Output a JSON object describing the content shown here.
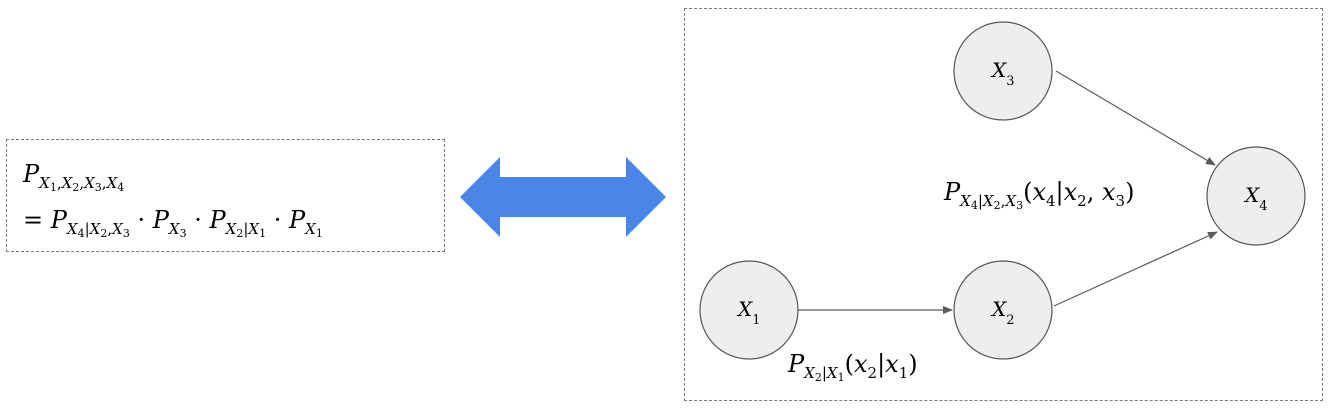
{
  "formula": {
    "lhs": {
      "symbol": "P",
      "subscript_parts": [
        "X",
        "1",
        ",",
        "X",
        "2",
        ",",
        "X",
        "3",
        ",",
        "X",
        "4"
      ]
    },
    "rhs_prefix": "=",
    "rhs_factors": [
      {
        "symbol": "P",
        "sub": "X4|X2,X3"
      },
      {
        "symbol": "P",
        "sub": "X3"
      },
      {
        "symbol": "P",
        "sub": "X2|X1"
      },
      {
        "symbol": "P",
        "sub": "X1"
      }
    ],
    "operator": "·"
  },
  "arrow": {
    "color": "#4a86e8",
    "kind": "bidirectional-arrow"
  },
  "graph": {
    "node_fill": "#eeeeee",
    "node_stroke": "#555555",
    "edge_stroke": "#595959",
    "nodes": [
      {
        "id": "X1",
        "letter": "X",
        "index": "1"
      },
      {
        "id": "X2",
        "letter": "X",
        "index": "2"
      },
      {
        "id": "X3",
        "letter": "X",
        "index": "3"
      },
      {
        "id": "X4",
        "letter": "X",
        "index": "4"
      }
    ],
    "edges": [
      {
        "from": "X1",
        "to": "X2",
        "label": "P_{X2|X1}(x2|x1)"
      },
      {
        "from": "X3",
        "to": "X4",
        "label": ""
      },
      {
        "from": "X2",
        "to": "X4",
        "label": "P_{X4|X2,X3}(x4|x2,x3)"
      }
    ]
  },
  "text": {
    "P": "P",
    "X": "X",
    "x": "x",
    "eq": "=",
    "dot": "·",
    "comma": ",",
    "bar": "|",
    "lparen": "(",
    "rparen": ")",
    "i1": "1",
    "i2": "2",
    "i3": "3",
    "i4": "4"
  }
}
